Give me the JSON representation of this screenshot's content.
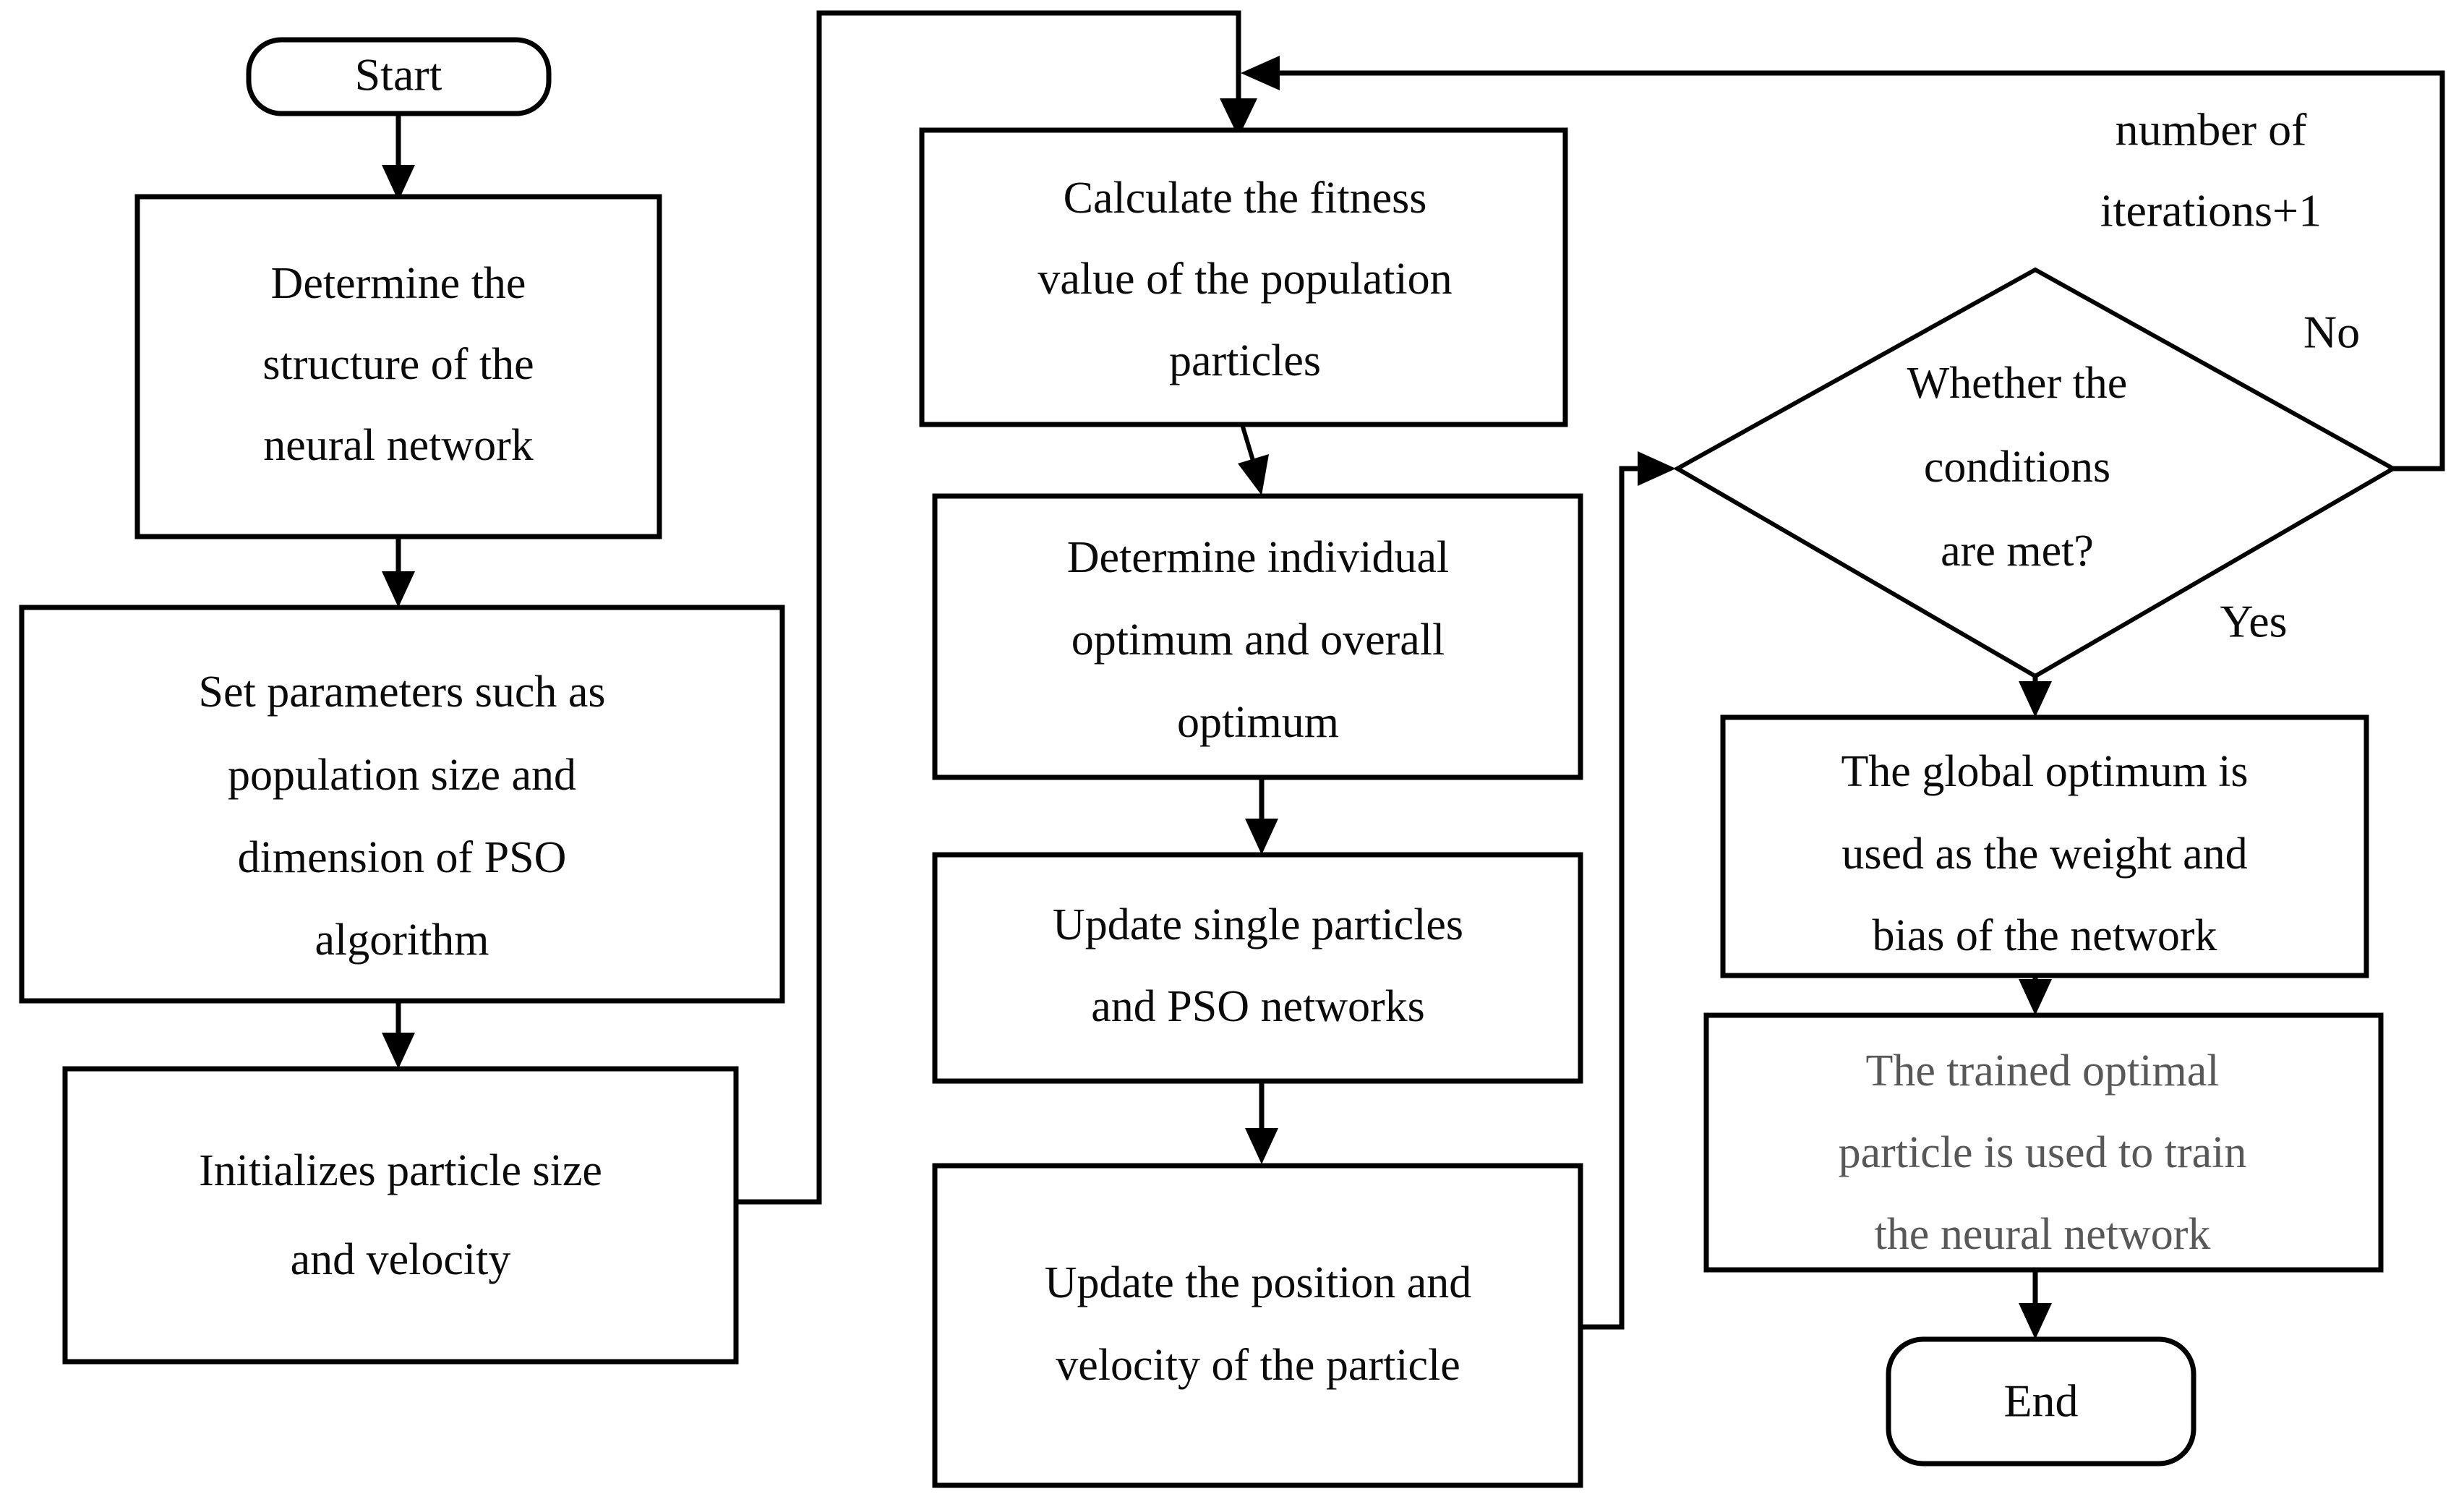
{
  "diagram": {
    "type": "flowchart",
    "title": "PSO optimized neural network training flowchart",
    "orientation": "left-to-right columns with feedback loop",
    "colors": {
      "background": "#ffffff",
      "stroke": "#000000",
      "text": "#0a0a0a",
      "muted_text": "#585858"
    }
  },
  "nodes": {
    "start": {
      "label": "Start",
      "shape": "terminal"
    },
    "determine_structure": {
      "line1": "Determine the",
      "line2": "structure of the",
      "line3": "neural network",
      "shape": "process"
    },
    "set_parameters": {
      "line1": "Set parameters such as",
      "line2": "population size and",
      "line3": "dimension of PSO",
      "line4": "algorithm",
      "shape": "process"
    },
    "initialize_particles": {
      "line1": "Initializes particle size",
      "line2": "and velocity",
      "shape": "process"
    },
    "calculate_fitness": {
      "line1": "Calculate the fitness",
      "line2": "value of the population",
      "line3": "particles",
      "shape": "process"
    },
    "determine_optimum": {
      "line1": "Determine individual",
      "line2": "optimum and overall",
      "line3": "optimum",
      "shape": "process"
    },
    "update_particles": {
      "line1": "Update single particles",
      "line2": "and PSO networks",
      "shape": "process"
    },
    "update_position": {
      "line1": "Update the position and",
      "line2": "velocity of the particle",
      "shape": "process"
    },
    "condition_check": {
      "line1": "Whether the",
      "line2": "conditions",
      "line3": "are met?",
      "shape": "decision"
    },
    "global_optimum": {
      "line1": "The global optimum is",
      "line2": "used as the weight and",
      "line3": "bias of the network",
      "shape": "process"
    },
    "train_network": {
      "line1": "The trained optimal",
      "line2": "particle is used to train",
      "line3": "the neural network",
      "shape": "process",
      "text_style": "muted"
    },
    "end": {
      "label": "End",
      "shape": "terminal"
    }
  },
  "edge_labels": {
    "iteration_counter_line1": "number of",
    "iteration_counter_line2": "iterations+1",
    "no_branch": "No",
    "yes_branch": "Yes"
  }
}
